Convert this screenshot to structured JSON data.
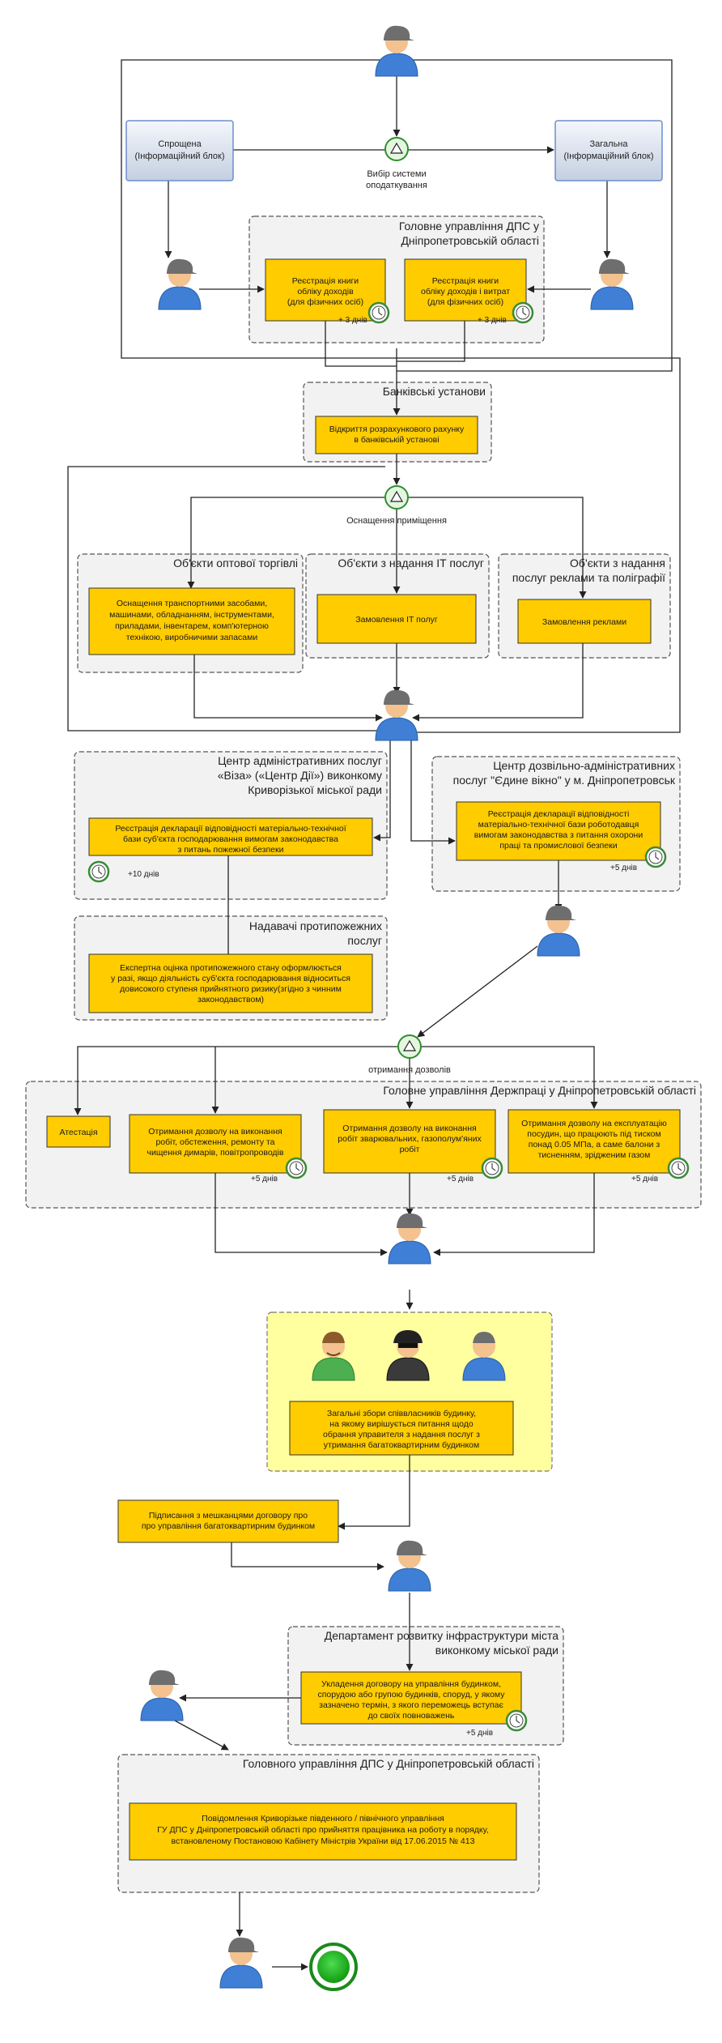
{
  "info_boxes": {
    "simplified": [
      "Спрощена",
      "(Інформаційний блок)"
    ],
    "general": [
      "Загальна",
      "(Інформаційний блок)"
    ]
  },
  "gateways": {
    "tax_choice": [
      "Вибір системи",
      "оподаткування"
    ],
    "equipment": [
      "Оснащення приміщення"
    ],
    "permits": [
      "отримання дозволів"
    ]
  },
  "groups": {
    "dps_top": [
      "Головне управління ДПС у",
      "Дніпропетровській області"
    ],
    "banks": [
      "Банківські установи"
    ],
    "wholesale": [
      "Об'єкти оптової торгівлі"
    ],
    "it": [
      "Об'єкти з надання IT послуг"
    ],
    "ads": [
      "Об'єкти з надання",
      "послуг реклами та поліграфії"
    ],
    "viza": [
      "Центр адміністративних послуг",
      "«Віза» («Центр Дії») виконкому",
      "Криворізької міської ради"
    ],
    "window": [
      "Центр дозвільно-адміністративних",
      "послуг \"Єдине вікно\" у м. Дніпропетровськ"
    ],
    "fire": [
      "Надавачі протипожежних",
      "послуг"
    ],
    "derzhpratsi": [
      "Головне управління Держпраці у Дніпропетровській області"
    ],
    "dept": [
      "Департамент розвитку інфраструктури міста",
      "виконкому міської ради"
    ],
    "dps_bottom": [
      "Головного управління ДПС у Дніпропетровській області"
    ]
  },
  "tasks": {
    "book_income": [
      "Реєстрація книги",
      "обліку доходів",
      "(для фізичних осіб)"
    ],
    "book_income_exp": [
      "Реєстрація книги",
      "обліку доходів і витрат",
      "(для фізичних осіб)"
    ],
    "bank_account": [
      "Відкриття розрахункового рахунку",
      "в банківській установі"
    ],
    "wholesale_equip": [
      "Оснащення транспортними засобами,",
      "машинами, обладнанням, інструментами,",
      "приладами, інвентарем, комп'ютерною",
      "технікою, виробничими запасами"
    ],
    "order_it": [
      "Замовлення IT полуг"
    ],
    "order_ads": [
      "Замовлення реклами"
    ],
    "decl_fire": [
      "Реєстрація декларації відповідності матеріально-технічної",
      "бази суб'єкта господарювання вимогам законодавства",
      "з питань пожежної безпеки"
    ],
    "decl_labor": [
      "Реєстрація декларації відповідності",
      "матеріально-технічної бази роботодавця",
      "вимогам законодавства з питання охорони",
      "праці та промислової безпеки"
    ],
    "fire_assessment": [
      "Експертна оцінка протипожежного стану оформлюється",
      "у разі, якщо діяльність суб'єкта господарювання відноситься",
      "довисокого ступеня прийнятного ризику(згідно з чинним",
      "законодавством)"
    ],
    "attestation": [
      "Атестація"
    ],
    "permit_chimney": [
      "Отримання дозволу на виконання",
      "робіт, обстеження, ремонту та",
      "чищення димарів, повітропроводів"
    ],
    "permit_welding": [
      "Отримання дозволу на виконання",
      "робіт зварювальних, газополум'яних",
      "робіт"
    ],
    "permit_pressure": [
      "Отримання дозволу на експлуатацію",
      "посудин, що працюють під тиском",
      "понад 0.05 МПа, а саме балони з",
      "тисненням, зрідженим газом"
    ],
    "owners_meeting": [
      "Загальні збори співвласників будинку,",
      "на якому вирішується питання щодо",
      "обрання управителя з надання послуг з",
      "утримання багатоквартирним будинком"
    ],
    "contract_residents": [
      "Підписання з мешканцями договору про",
      "про управління багатоквартирним будинком"
    ],
    "contract_city": [
      "Укладення договору на управління будинком,",
      "спорудою або групою будинків, споруд, у якому",
      "зазначено термін, з якого переможець вступає",
      "до своїх повноважень"
    ],
    "notify_dps": [
      "Повідомлення Криворізьке південного / північного управління",
      "ГУ ДПС у Дніпропетровській області про прийняття працівника на роботу в порядку,",
      "встановленому Постановою Кабінету Міністрів України від 17.06.2015 № 413"
    ]
  },
  "timers": {
    "book_income": "+ 3 днів",
    "book_income_exp": "+ 3 днів",
    "decl_fire": "+10 днів",
    "decl_labor": "+5 днів",
    "permit_chimney": "+5 днів",
    "permit_welding": "+5 днів",
    "permit_pressure": "+5 днів",
    "contract_city": "+5 днів"
  },
  "colors": {
    "task_fill": "#ffcc00",
    "group_fill": "#f2f2f2",
    "meeting_fill": "#ffffa0",
    "gateway_stroke": "#2f8f2f",
    "end_event": "#21b121",
    "actor_shirt": "#3f7fd6",
    "actor_cap": "#6e6e6e"
  },
  "icons": {
    "actor": "user-icon",
    "timer": "clock-icon",
    "gateway": "exclusive-gateway-icon",
    "end": "end-event-icon"
  }
}
